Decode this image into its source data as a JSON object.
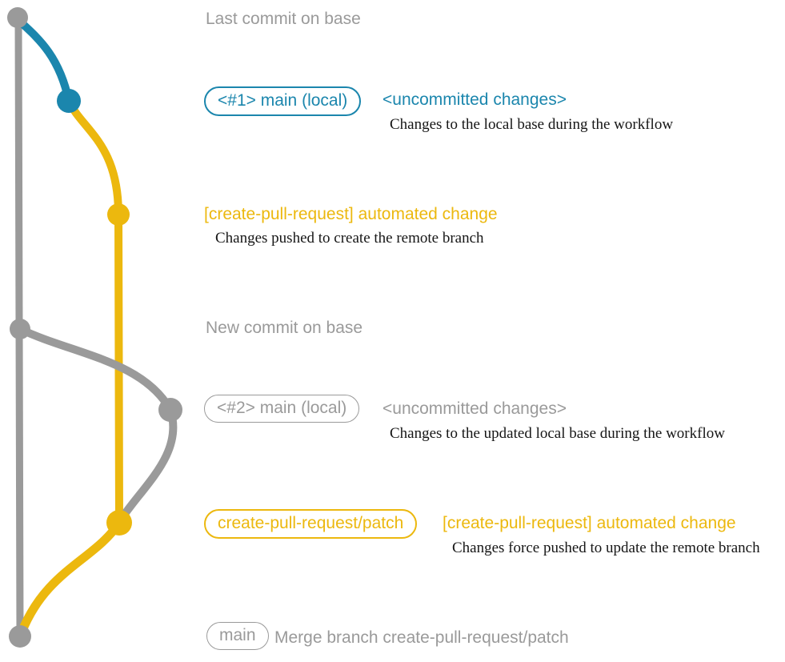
{
  "colors": {
    "gray": "#9a9a9a",
    "blue": "#1b86ad",
    "yellow": "#ecb80e",
    "description_text": "#161616",
    "background": "#ffffff"
  },
  "annotations": {
    "last_commit": "Last commit on base",
    "new_commit": "New commit on base"
  },
  "row_local1": {
    "badge": "<#1> main (local)",
    "title": "<uncommitted changes>",
    "description": "Changes to the local base during the workflow"
  },
  "row_push1": {
    "title": "[create-pull-request] automated change",
    "description": "Changes pushed to create the remote branch"
  },
  "row_local2": {
    "badge": "<#2> main (local)",
    "title": "<uncommitted changes>",
    "description": "Changes to the updated local base during the workflow"
  },
  "row_push2": {
    "badge": "create-pull-request/patch",
    "title": "[create-pull-request] automated change",
    "description": "Changes force pushed to update the remote branch"
  },
  "row_merge": {
    "badge": "main",
    "title": "Merge branch create-pull-request/patch"
  }
}
